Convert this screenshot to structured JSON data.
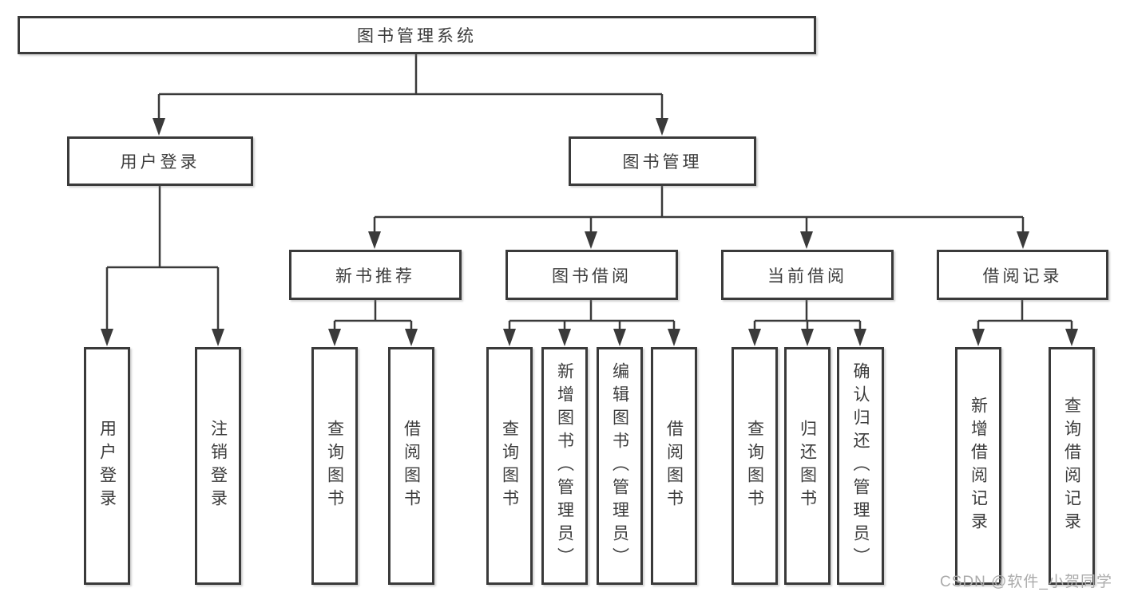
{
  "diagram": {
    "title_node": "图书管理系统",
    "root": {
      "label": "图书管理系统"
    },
    "branches": [
      {
        "label": "用户登录",
        "children": [
          {
            "label": "用户登录"
          },
          {
            "label": "注销登录"
          }
        ]
      },
      {
        "label": "图书管理",
        "children": [
          {
            "label": "新书推荐",
            "children": [
              {
                "label": "查询图书"
              },
              {
                "label": "借阅图书"
              }
            ]
          },
          {
            "label": "图书借阅",
            "children": [
              {
                "label": "查询图书"
              },
              {
                "label": "新增图书（管理员）"
              },
              {
                "label": "编辑图书（管理员）"
              },
              {
                "label": "借阅图书"
              }
            ]
          },
          {
            "label": "当前借阅",
            "children": [
              {
                "label": "查询图书"
              },
              {
                "label": "归还图书"
              },
              {
                "label": "确认归还（管理员）"
              }
            ]
          },
          {
            "label": "借阅记录",
            "children": [
              {
                "label": "新增借阅记录"
              },
              {
                "label": "查询借阅记录"
              }
            ]
          }
        ]
      }
    ],
    "colors": {
      "line": "#3a3a3a",
      "box_border": "#3a3a3a",
      "text": "#3c3c3c",
      "watermark": "#ababab",
      "background": "#ffffff"
    },
    "watermark": "CSDN @软件_小贺同学"
  }
}
